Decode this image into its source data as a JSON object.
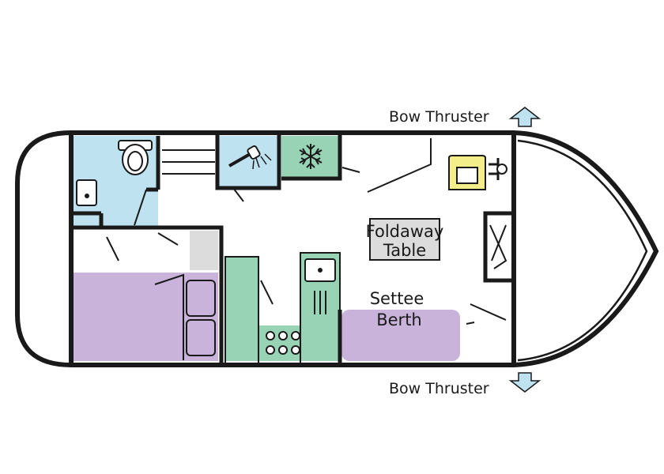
{
  "labels": {
    "bow_thruster_top": "Bow Thruster",
    "bow_thruster_bottom": "Bow Thruster",
    "table_line1": "Foldaway",
    "table_line2": "Table",
    "settee_line1": "Settee",
    "settee_line2": "Berth"
  },
  "colors": {
    "wall": "#1a1a1a",
    "bathroom_blue": "#bfe2f1",
    "berth_purple": "#c9b3da",
    "galley_green": "#98d3b6",
    "chair_yellow": "#f4ee8a",
    "table_grey": "#dcdcdc",
    "arrow_blue": "#bfe2f1"
  }
}
